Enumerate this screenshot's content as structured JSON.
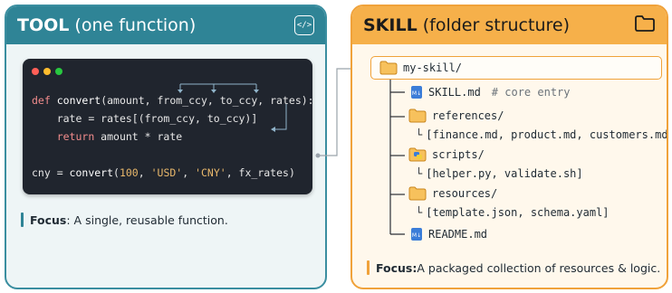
{
  "tool": {
    "title_bold": "TOOL",
    "title_rest": " (one function)",
    "header_icon": "code-brackets-icon",
    "code": {
      "dot_colors": [
        "#ff5f57",
        "#febc2e",
        "#28c840"
      ],
      "line1": {
        "kw": "def",
        "fn": "convert",
        "rest": "(amount, from_ccy, to_ccy, rates):"
      },
      "line2": "rate = rates[(from_ccy, to_ccy)]",
      "line3": {
        "kw": "return",
        "rest": " amount * rate"
      },
      "line4": {
        "a": "cny = ",
        "fn": "convert",
        "b": "(",
        "num": "100",
        "c": ", ",
        "s1": "'USD'",
        "d": ", ",
        "s2": "'CNY'",
        "e": ", fx_rates)"
      }
    },
    "focus_label": "Focus",
    "focus_text": ": A single, reusable function.",
    "accent": "#2f8496"
  },
  "skill": {
    "title_bold": "SKILL",
    "title_rest": " (folder structure)",
    "header_icon": "folder-icon",
    "root": "my-skill/",
    "items": [
      {
        "icon": "markdown-file-icon",
        "name": "SKILL.md",
        "comment": "# core entry"
      },
      {
        "icon": "folder-icon",
        "name": "references/",
        "children": "[finance.md, product.md, customers.md]"
      },
      {
        "icon": "python-folder-icon",
        "name": "scripts/",
        "children": "[helper.py, validate.sh]"
      },
      {
        "icon": "folder-icon",
        "name": "resources/",
        "children": "[template.json, schema.yaml]"
      },
      {
        "icon": "markdown-file-icon",
        "name": "README.md"
      }
    ],
    "focus_label": "Focus:",
    "focus_text": " A packaged collection of resources & logic.",
    "accent": "#f0a23a"
  }
}
